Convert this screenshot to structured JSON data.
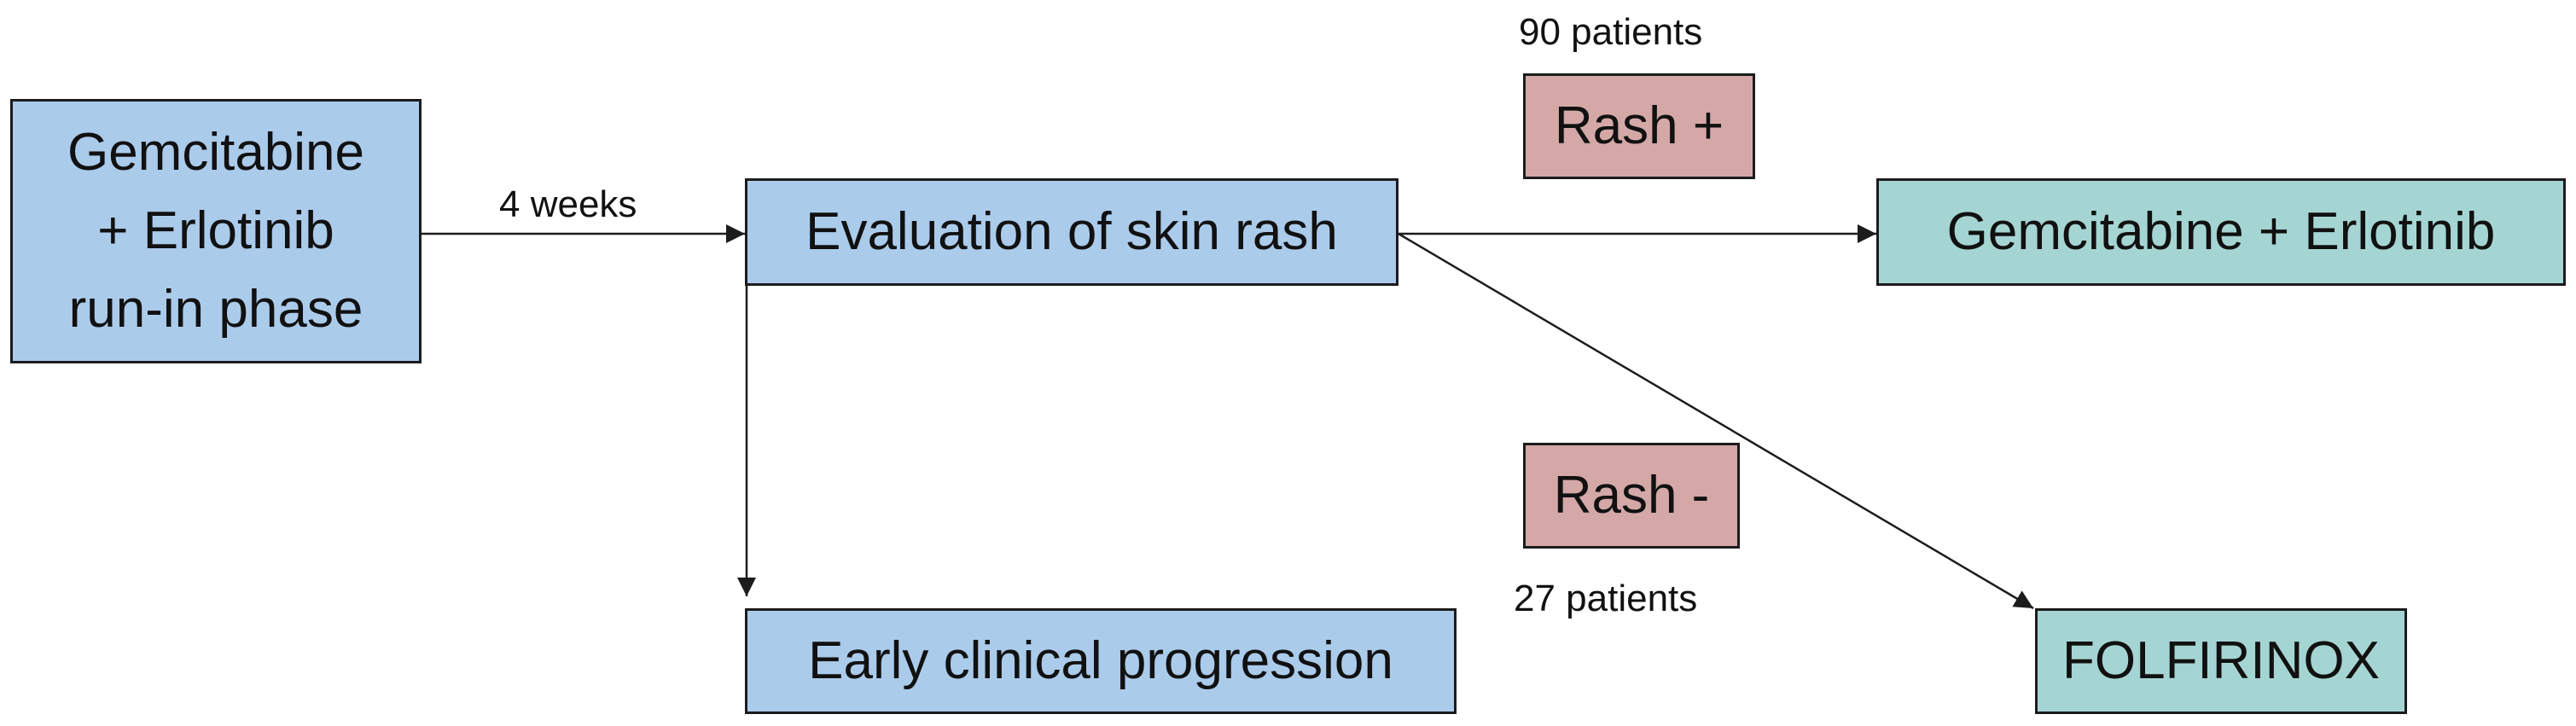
{
  "boxes": {
    "start": "Gemcitabine\n+ Erlotinib\nrun-in phase",
    "evaluation": "Evaluation of skin rash",
    "early_progression": "Early clinical progression",
    "gem_erlotinib": "Gemcitabine + Erlotinib",
    "folfirinox": "FOLFIRINOX",
    "rash_positive": "Rash +",
    "rash_negative": "Rash -"
  },
  "labels": {
    "duration": "4 weeks",
    "rash_positive_count": "90 patients",
    "rash_negative_count": "27 patients"
  },
  "colors": {
    "blue_fill": "#abcbeb",
    "teal_fill": "#a5d5d3",
    "rose_fill": "#d4a8a7",
    "line": "#1c1c1c"
  }
}
